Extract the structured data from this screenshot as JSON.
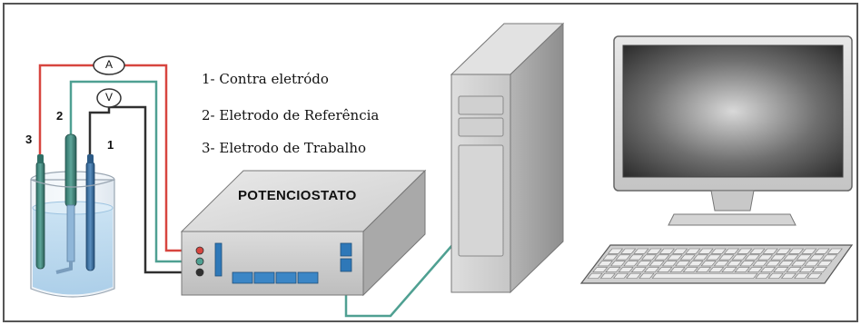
{
  "legend": {
    "item1": "1- Contra eletródo",
    "item2": "2- Eletrodo de Referência",
    "item3": "3- Eletrodo de Trabalho"
  },
  "potentiostat": {
    "title": "POTENCIOSTATO"
  },
  "meters": {
    "ammeter": "A",
    "voltmeter": "V"
  },
  "electrode_labels": {
    "e1": "1",
    "e2": "2",
    "e3": "3"
  },
  "colors": {
    "counter_wire": "#d7453f",
    "reference_wire": "#4fa092",
    "working_wire": "#303030",
    "panel_blue": "#2e78b8",
    "frame": "#555555"
  }
}
